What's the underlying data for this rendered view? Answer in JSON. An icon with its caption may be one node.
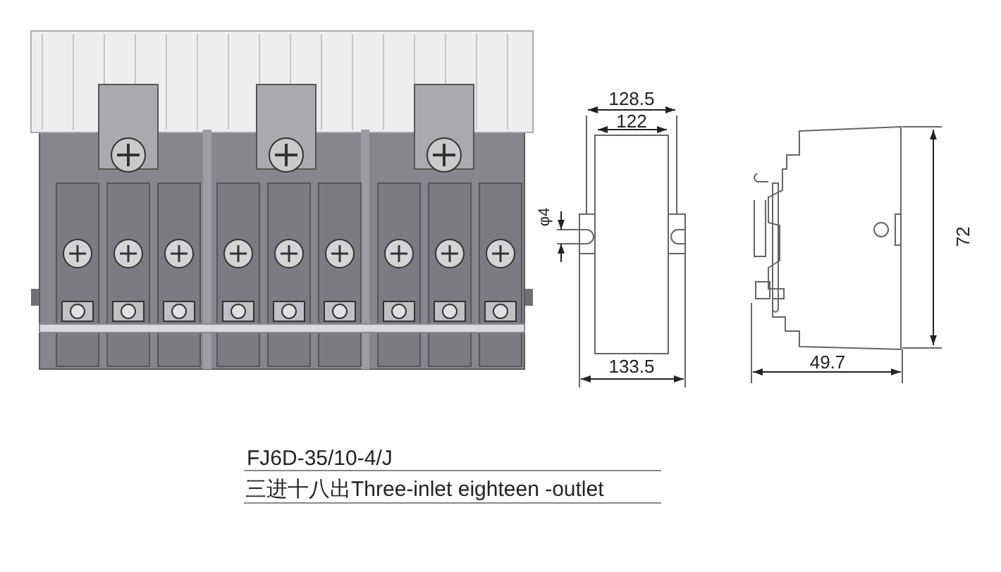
{
  "diagram": {
    "labels": [
      "128.5",
      "122",
      "φ4",
      "133.5",
      "72",
      "49.7",
      "FJ6D-35/10-4/J",
      "三进十八出Three-inlet eighteen -outlet"
    ]
  }
}
